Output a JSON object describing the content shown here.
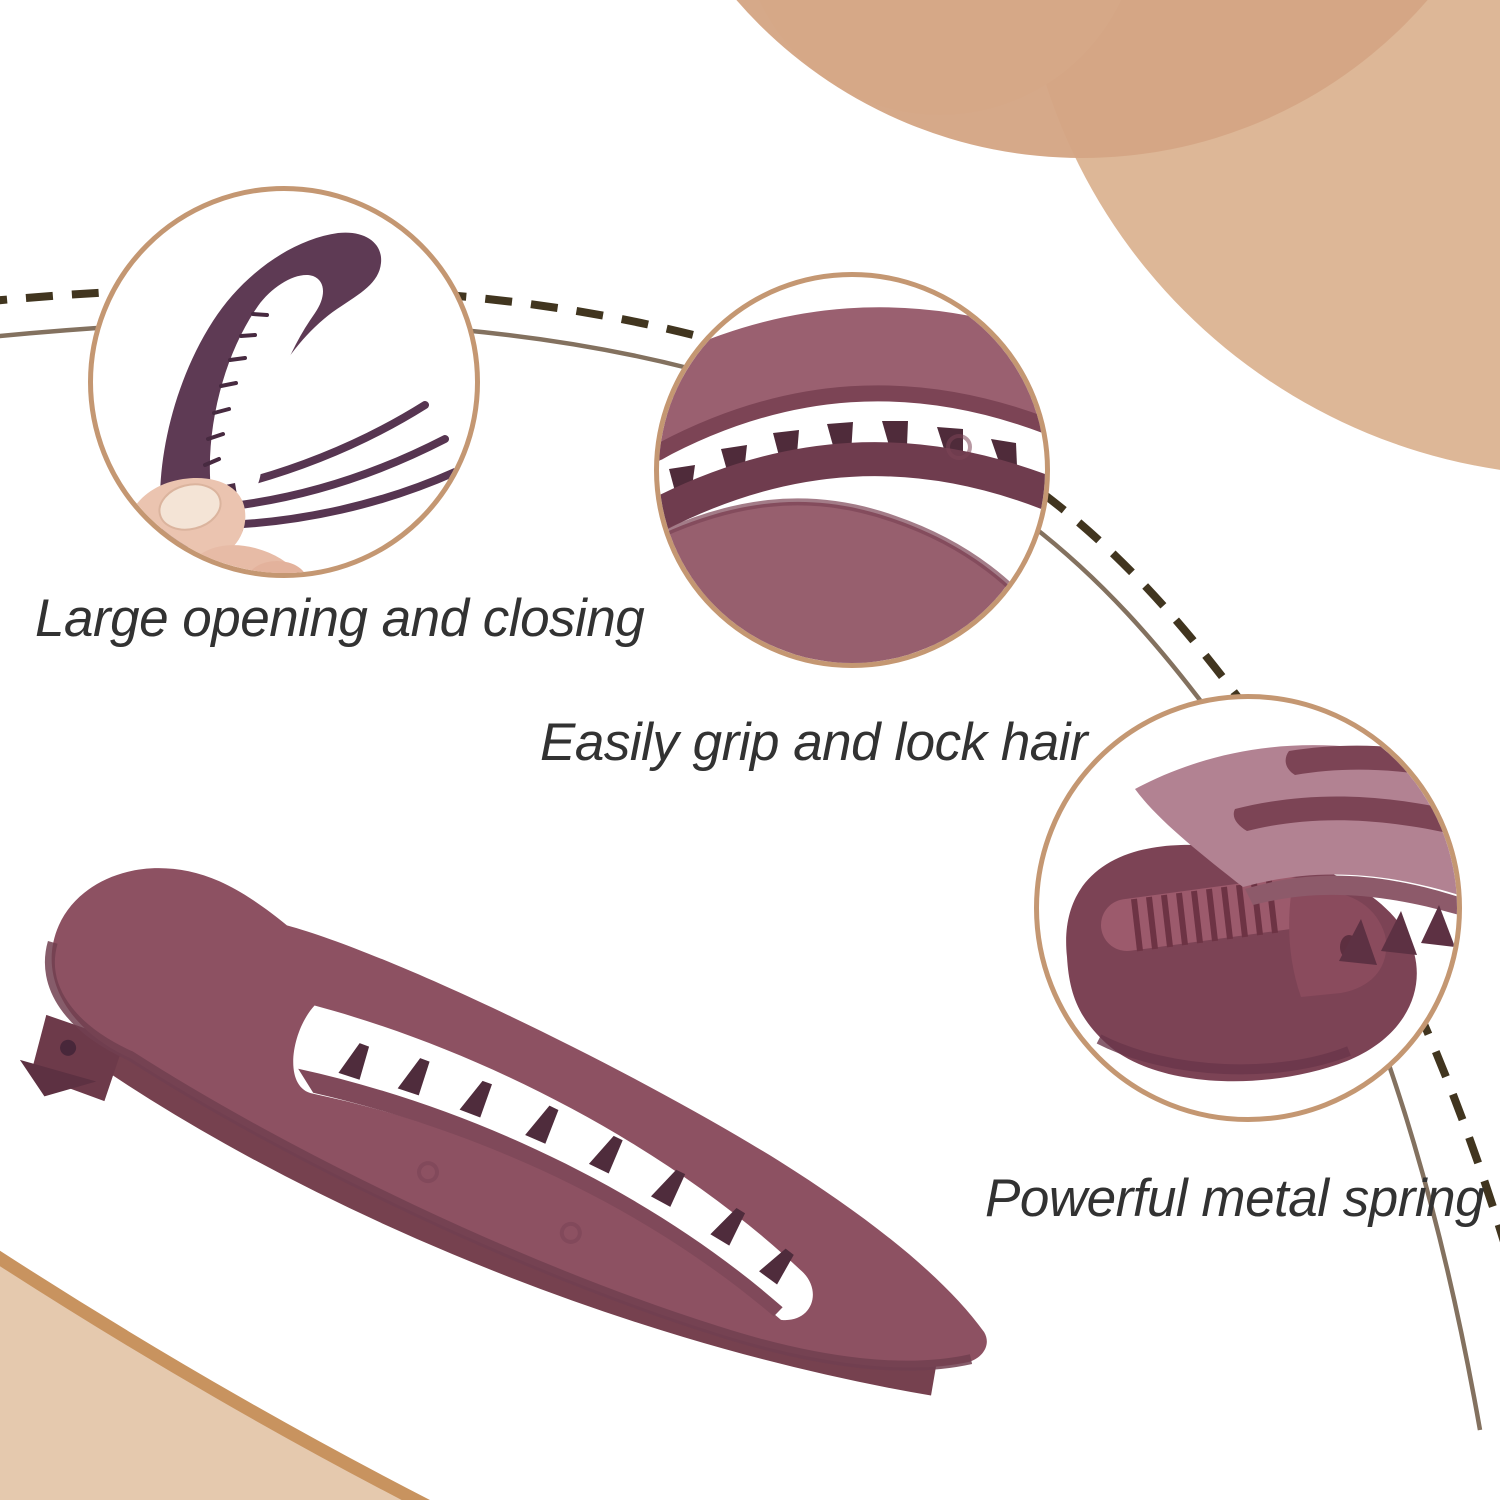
{
  "page": {
    "kind": "product-feature-infographic",
    "subject": "matte flat duck bill hair clip, burgundy"
  },
  "callouts": [
    {
      "id": "open-close",
      "label": "Large opening and closing",
      "photo": "hand-holding-open-clip"
    },
    {
      "id": "grip-lock",
      "label": "Easily grip and lock hair",
      "photo": "clip-teeth-closeup"
    },
    {
      "id": "metal-spring",
      "label": "Powerful metal spring",
      "photo": "clip-spring-closeup"
    }
  ],
  "main_image": {
    "name": "flat-clip-product-photo"
  },
  "colors": {
    "clip_body": "#8d5162",
    "clip_body_light": "#9c6272",
    "clip_body_dark": "#713f50",
    "clip_teeth": "#4f2c3c",
    "open_clip_plum": "#5e3a54",
    "spring_plate_light": "#b28292",
    "skin": "#ebc4b0",
    "ring_tan": "#c49772",
    "decor_tan_big": "#ddb797",
    "decor_tan_dark": "#d4a584",
    "decor_tan_pale": "#ecdccd",
    "corner_fill": "#e5c9ae",
    "corner_stroke": "#c8935f",
    "dashed_line": "#41351f",
    "solid_line": "#83715f",
    "text": "#323232",
    "background": "#ffffff"
  }
}
